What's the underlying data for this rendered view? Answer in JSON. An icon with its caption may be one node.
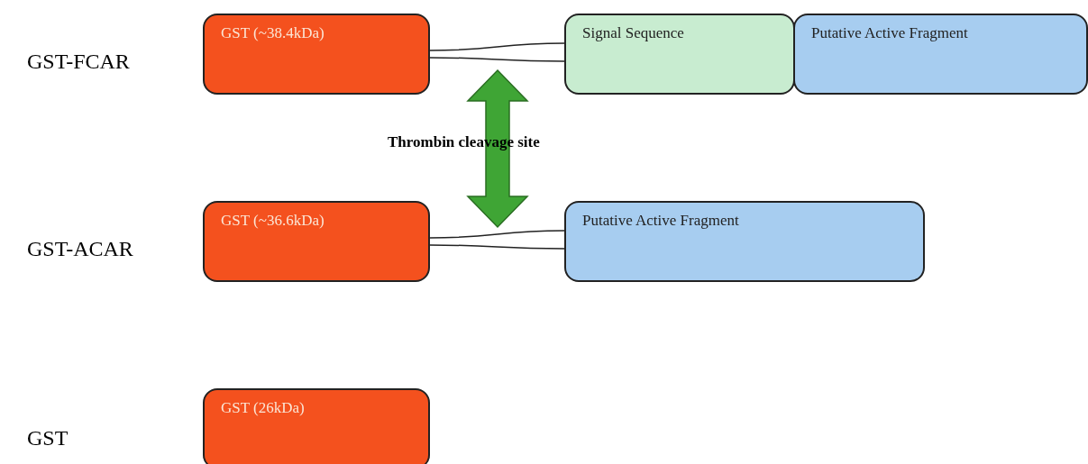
{
  "diagram": {
    "nodes": [
      {
        "text": [
          "GST (~38.4kDa)"
        ]
      },
      {
        "text": [
          "Signal Sequence"
        ]
      },
      {
        "text": [
          "Putative Active Fragment"
        ]
      },
      {
        "text": [
          "GST (~36.6kDa)"
        ]
      },
      {
        "text": [
          "Putative Active Fragment"
        ]
      },
      {
        "text": [
          "GST (26kDa)"
        ]
      }
    ],
    "edges": [
      {
        "from": 0,
        "to": 1,
        "arrow": "none"
      },
      {
        "from": 3,
        "to": 4,
        "arrow": "none"
      }
    ],
    "labels": [
      "GST-FCAR",
      "Thrombin cleavage site",
      "GST-ACAR",
      "GST"
    ]
  }
}
